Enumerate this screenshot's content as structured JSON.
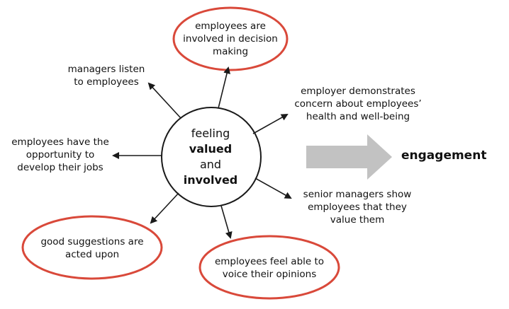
{
  "center": {
    "line1": "feeling",
    "line2": "valued",
    "line3": "and",
    "line4": "involved"
  },
  "outcome": "engagement",
  "items": {
    "decision": "employees are\ninvolved in decision\nmaking",
    "listen": "managers listen\nto employees",
    "concern": "employer demonstrates\nconcern about employees’\nhealth and well-being",
    "develop": "employees have the\nopportunity to\ndevelop their jobs",
    "value": "senior managers show\nemployees that they\nvalue them",
    "suggestions": "good suggestions are\nacted upon",
    "voice": "employees feel able to\nvoice their opinions"
  },
  "colors": {
    "oval_stroke": "#d9493a",
    "arrow_fill": "#c2c2c2",
    "line": "#1a1a1a"
  }
}
